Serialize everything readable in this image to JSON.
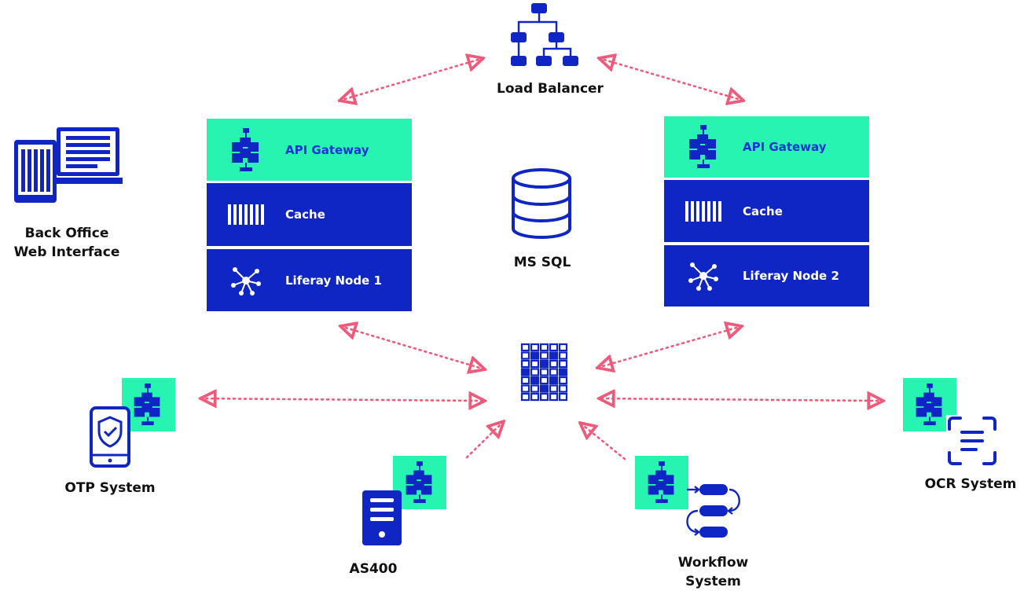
{
  "colors": {
    "blue": "#0f26c4",
    "green": "#27f4b1",
    "link": "#ee5a7a",
    "text": "#111111"
  },
  "load_balancer": {
    "label": "Load Balancer",
    "icon": "hierarchy-icon"
  },
  "db": {
    "label": "MS SQL",
    "icon": "database-icon"
  },
  "back_office": {
    "line1": "Back Office",
    "line2": "Web Interface",
    "icon": "tablet-laptop-icon"
  },
  "node1": {
    "gateway": "API Gateway",
    "cache": "Cache",
    "node": "Liferay Node 1"
  },
  "node2": {
    "gateway": "API Gateway",
    "cache": "Cache",
    "node": "Liferay Node 2"
  },
  "hub": {
    "icon": "grid-icon"
  },
  "otp": {
    "label": "OTP System",
    "icon": "shield-phone-icon"
  },
  "as400": {
    "label": "AS400",
    "icon": "server-icon"
  },
  "workflow": {
    "line1": "Workflow",
    "line2": "System",
    "icon": "workflow-icon"
  },
  "ocr": {
    "label": "OCR System",
    "icon": "scan-icon"
  }
}
